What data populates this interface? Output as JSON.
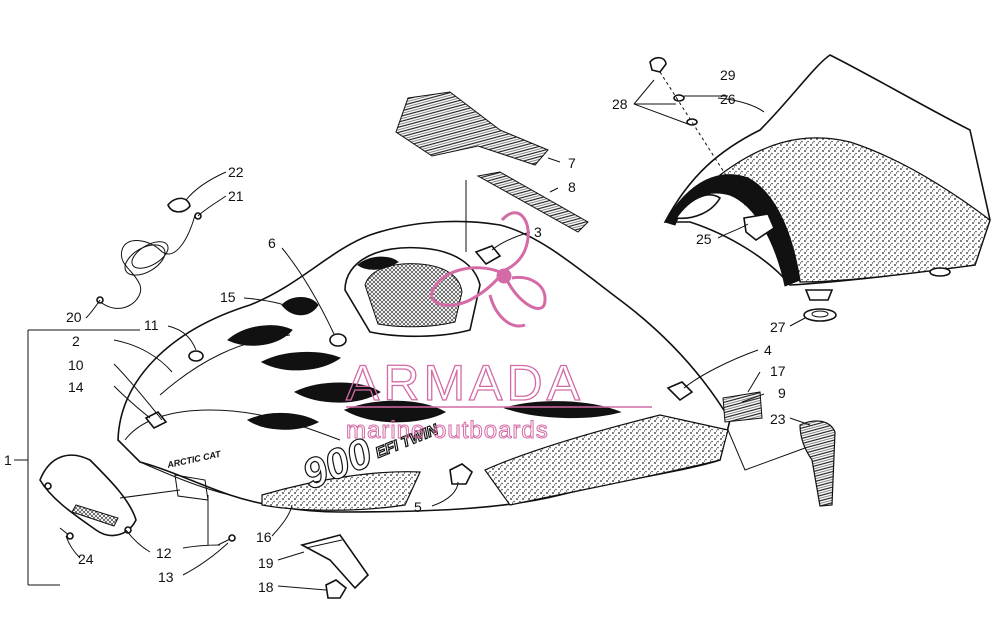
{
  "diagram": {
    "callouts": [
      "1",
      "2",
      "3",
      "4",
      "5",
      "6",
      "7",
      "8",
      "9",
      "10",
      "11",
      "12",
      "13",
      "14",
      "15",
      "16",
      "17",
      "18",
      "19",
      "20",
      "21",
      "22",
      "23",
      "24",
      "25",
      "26",
      "27",
      "28",
      "29"
    ]
  },
  "decals": {
    "brand": "ARCTIC CAT",
    "model_number": "900",
    "model_text": "EFI TWIN"
  },
  "watermark": {
    "brand": "ARMADA",
    "tagline": "marine outboards",
    "color": "#d46aa6"
  },
  "colors": {
    "line": "#111111",
    "background": "#ffffff"
  }
}
